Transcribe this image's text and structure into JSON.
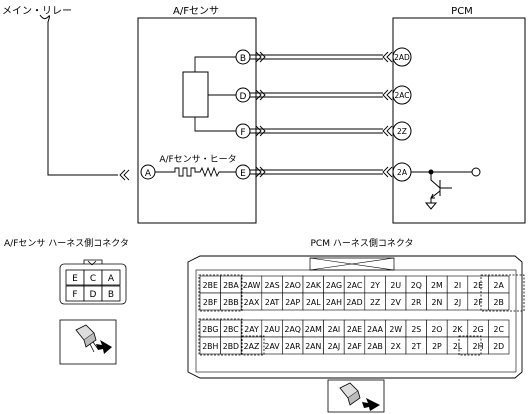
{
  "labels": {
    "main_relay": "メイン・リレー",
    "af_sensor": "A/Fセンサ",
    "pcm": "PCM",
    "af_heater": "A/Fセンサ・ヒータ",
    "af_harness": "A/Fセンサ ハーネス側コネクタ",
    "pcm_harness": "PCM ハーネス側コネクタ"
  },
  "af_pins": {
    "B": "B",
    "D": "D",
    "F": "F",
    "E": "E",
    "A": "A"
  },
  "pcm_pins": {
    "2AD": "2AD",
    "2AC": "2AC",
    "2Z": "2Z",
    "2A": "2A"
  },
  "af_connector": {
    "row1": [
      "E",
      "C",
      "A"
    ],
    "row2": [
      "F",
      "D",
      "B"
    ]
  },
  "pcm_connector": {
    "row1": [
      "2BE",
      "2BA",
      "2AW",
      "2AS",
      "2AO",
      "2AK",
      "2AG",
      "2AC",
      "2Y",
      "2U",
      "2Q",
      "2M",
      "2I",
      "2E",
      "2A"
    ],
    "row2": [
      "2BF",
      "2BB",
      "2AX",
      "2AT",
      "2AP",
      "2AL",
      "2AH",
      "2AD",
      "2Z",
      "2V",
      "2R",
      "2N",
      "2J",
      "2F",
      "2B"
    ],
    "row3": [
      "2BG",
      "2BC",
      "2AY",
      "2AU",
      "2AQ",
      "2AM",
      "2AI",
      "2AE",
      "2AA",
      "2W",
      "2S",
      "2O",
      "2K",
      "2G",
      "2C"
    ],
    "row4": [
      "2BH",
      "2BD",
      "2AZ",
      "2AV",
      "2AR",
      "2AN",
      "2AJ",
      "2AF",
      "2AB",
      "2X",
      "2T",
      "2P",
      "2L",
      "2H",
      "2D"
    ]
  }
}
